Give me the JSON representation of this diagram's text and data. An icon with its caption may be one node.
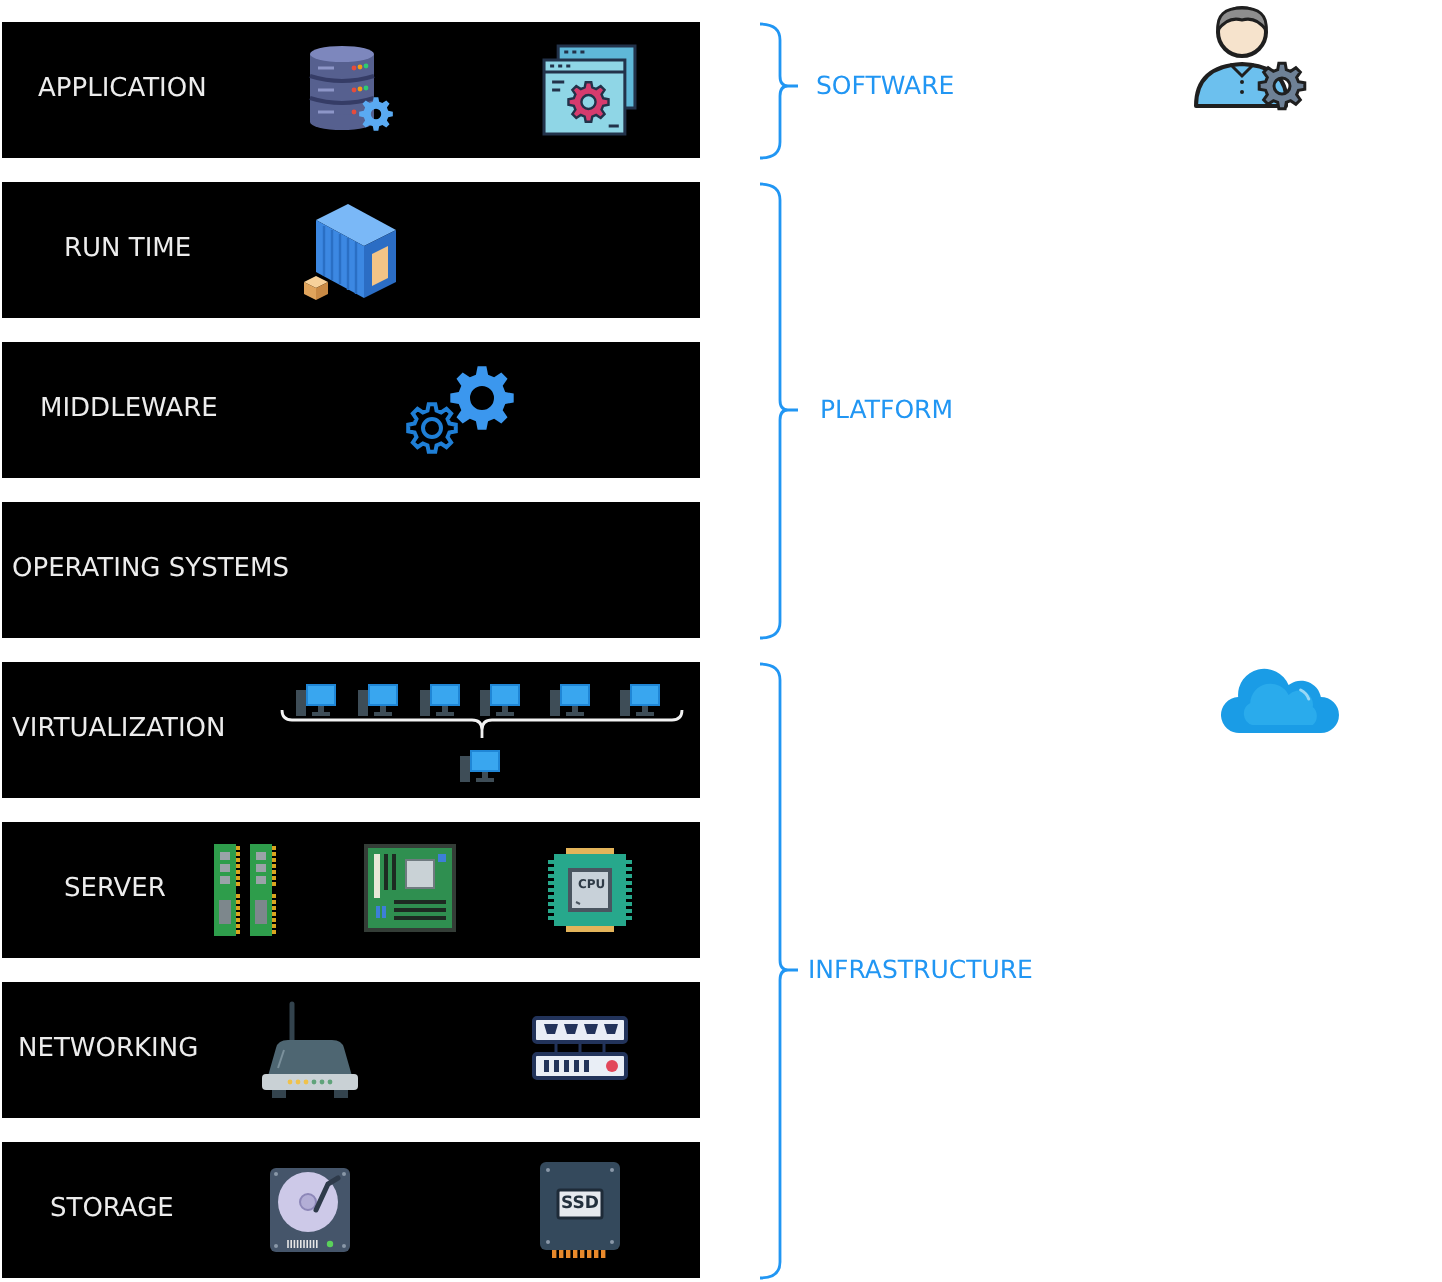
{
  "diagram": {
    "nodes": [
      {
        "text": [
          "APPLICATION"
        ]
      },
      {
        "text": [
          "RUN TIME"
        ]
      },
      {
        "text": [
          "MIDDLEWARE"
        ]
      },
      {
        "text": [
          "OPERATING SYSTEMS"
        ]
      },
      {
        "text": [
          "VIRTUALIZATION"
        ]
      },
      {
        "text": [
          "SERVER"
        ]
      },
      {
        "text": [
          "NETWORKING"
        ]
      },
      {
        "text": [
          "STORAGE"
        ]
      }
    ],
    "labels": [
      "SOFTWARE",
      "PLATFORM",
      "CPU",
      "INFRASTRUCTURE",
      "SSD"
    ]
  }
}
